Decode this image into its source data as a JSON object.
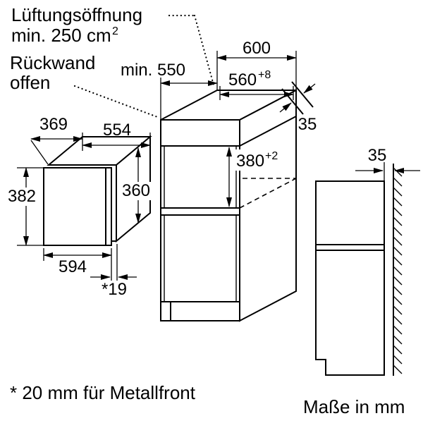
{
  "colors": {
    "ink": "#000000",
    "background": "#ffffff"
  },
  "annotations": {
    "vent": {
      "line1": "Lüftungsöffnung",
      "line2": "min. 250 cm",
      "sup": "2"
    },
    "rear": {
      "line1": "Rückwand",
      "line2": "offen"
    }
  },
  "appliance_dims": {
    "depth": "369",
    "width_body": "554",
    "height_front": "382",
    "height_body": "360",
    "width_front": "594",
    "door_offset": "*19"
  },
  "cabinet_dims": {
    "top_width": "600",
    "min_depth": "min. 550",
    "niche_width": "560",
    "niche_width_tol": "+8",
    "rear_gap": "35",
    "niche_height": "380",
    "niche_height_tol": "+2"
  },
  "side_view": {
    "wall_gap": "35"
  },
  "footer": {
    "note": "* 20 mm für Metallfront",
    "units": "Maße in mm"
  }
}
